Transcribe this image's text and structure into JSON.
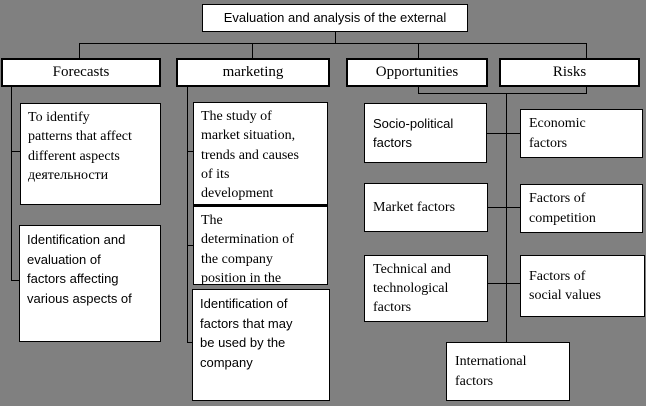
{
  "colors": {
    "background": "#808080",
    "box_fill": "#ffffff",
    "line": "#000000"
  },
  "title": {
    "label": "Evaluation and analysis of the external"
  },
  "branches": {
    "forecasts": {
      "label": "Forecasts",
      "children": [
        {
          "text": "To identify\npatterns that affect\ndifferent aspects\nдеятельности"
        },
        {
          "text": "Identification and\nevaluation of\nfactors affecting\nvarious aspects of"
        }
      ]
    },
    "marketing": {
      "label": "marketing",
      "children": [
        {
          "text": "The study of\nmarket situation,\ntrends and causes\nof its\ndevelopment"
        },
        {
          "text": "The\ndetermination of\nthe company\nposition in the"
        },
        {
          "text": "Identification of\nfactors that may\nbe used by the\ncompany"
        }
      ]
    },
    "opportunities": {
      "label": "Opportunities"
    },
    "risks": {
      "label": "Risks"
    }
  },
  "factors": {
    "left": [
      {
        "text": "Socio-political\nfactors"
      },
      {
        "text": "Market factors"
      },
      {
        "text": "Technical and\ntechnological\nfactors"
      }
    ],
    "right": [
      {
        "text": "Economic\nfactors"
      },
      {
        "text": "Factors of\ncompetition"
      },
      {
        "text": "Factors of\nsocial values"
      }
    ],
    "bottom": {
      "text": "International\nfactors"
    }
  }
}
